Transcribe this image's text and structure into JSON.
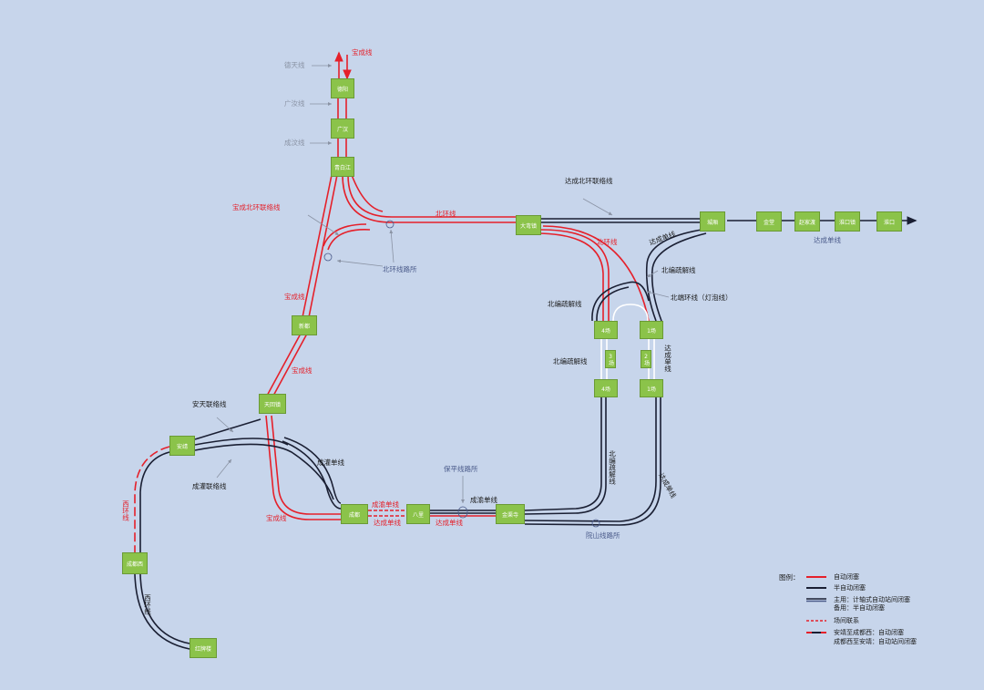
{
  "colors": {
    "background": "#c7d5eb",
    "auto_block": "#e5202a",
    "semi_auto_block": "#1a1f33",
    "station_fill": "#8bc34a"
  },
  "stations": {
    "deyang": "德阳",
    "guanghan": "广汉",
    "qingbaijiang": "青白江",
    "dawan": "大弯镇",
    "chengxiang": "城厢",
    "jinpan": "金堂",
    "zhaojiadu": "赵家渡",
    "huailong": "淮口镇",
    "huaikou": "淮口",
    "xindu": "新都",
    "tianhui": "天回镇",
    "anjing": "安靖",
    "chengdu": "成都",
    "baili": "八里",
    "jinjiangsi": "金渠寺",
    "chengduxi": "成都西",
    "hongpailou": "红牌楼",
    "c4": "4场",
    "c3": "3场",
    "c2": "2场",
    "c1": "1场",
    "c4b": "4场",
    "c1b": "1场"
  },
  "labels": {
    "baocheng_top": "宝成线",
    "deyang_tian": "德天线",
    "guangzhu": "广汝线",
    "chengqing": "成汶线",
    "dacheng_bei_link": "达成北环联络线",
    "baocheng_bei_link": "宝成北环联络线",
    "beihuan_1": "北环线",
    "beihuan_2": "北环线",
    "beihuan_lusuo": "北环线路所",
    "baocheng_mid1": "宝成线",
    "baocheng_mid2": "宝成线",
    "baocheng_bottom": "宝成线",
    "dacheng_single_east": "达成单线",
    "beibian_shujie_1": "北编疏解线",
    "beibian_shujie_2": "北编疏解线",
    "beibian_shujie_3": "北编疏解线",
    "beiduan_huan": "北端环线（灯泡线）",
    "dacheng_danxian_v1": "达成单线",
    "dacheng_danxian_v2": "达成单线",
    "beibian_shujie_v": "北编疏解线",
    "antian_link": "安天联络线",
    "chengguan_link": "成灌联络线",
    "chengguan_single": "成灌单线",
    "baoping_lusuo": "保平线路所",
    "chengyu_single_1": "成渝单线",
    "chengyu_single_2": "成渝单线",
    "dacheng_single_1": "达成单线",
    "dacheng_single_2": "达成单线",
    "longshan_lusuo": "院山线路所",
    "xihuan_1": "西环线",
    "xihuan_2": "西环线"
  },
  "legend": {
    "title": "图例：",
    "items": [
      {
        "label": "自动闭塞",
        "style": "red"
      },
      {
        "label": "半自动闭塞",
        "style": "black"
      },
      {
        "label": "主用：计轴式自动站间闭塞",
        "style": "blueblack"
      },
      {
        "label": "备用：半自动闭塞",
        "style": "none"
      },
      {
        "label": "场间联系",
        "style": "reddash"
      },
      {
        "label": "安靖至成都西：自动闭塞",
        "style": "redblack"
      },
      {
        "label": "成都西至安靖：自动站间闭塞",
        "style": "none"
      }
    ]
  }
}
